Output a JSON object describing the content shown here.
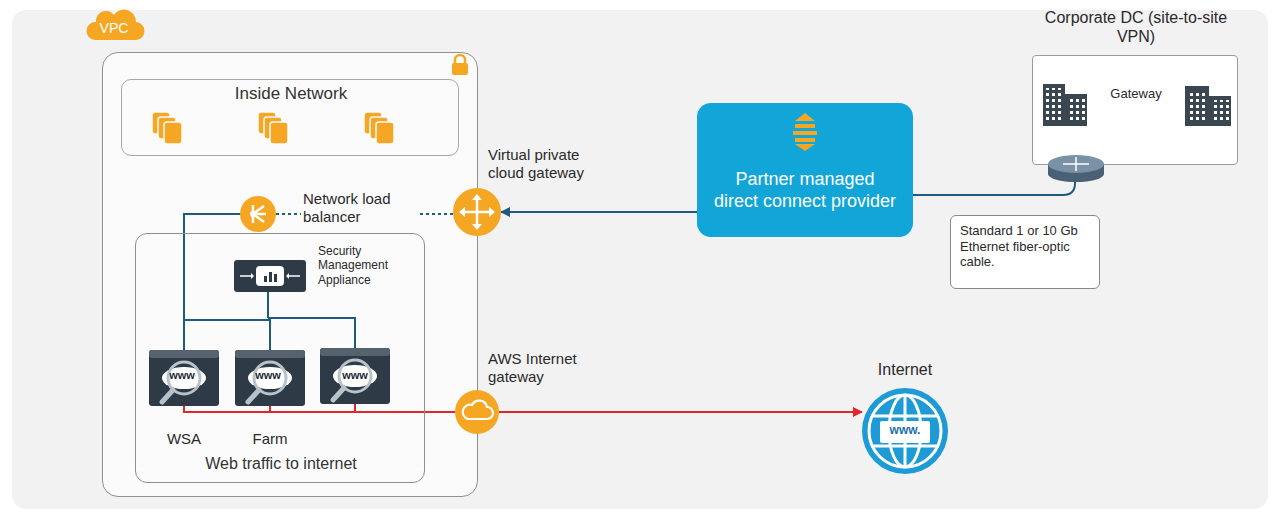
{
  "diagram": {
    "nodes": [
      {
        "text": [
          "VPC"
        ]
      },
      {
        "text": [
          "Inside Network"
        ],
        "in": 0
      },
      {
        "text": [
          "Network load balancer"
        ],
        "in": 0
      },
      {
        "text": [
          "Web traffic to internet"
        ],
        "in": 0
      },
      {
        "text": [
          "Security Management Appliance"
        ],
        "in": 3
      },
      {
        "text": [
          "WSA"
        ],
        "in": 3
      },
      {
        "text": [
          "Farm"
        ],
        "in": 3
      },
      {
        "text": [
          "Virtual private cloud gateway"
        ]
      },
      {
        "text": [
          "AWS Internet gateway"
        ]
      },
      {
        "text": [
          "Partner managed direct connect provider"
        ]
      },
      {
        "text": [
          "Corporate DC (site-to-site VPN)",
          "Gateway"
        ]
      },
      {
        "text": [
          "Internet"
        ]
      },
      {
        "text": [
          "Standard 1 or 10 Gb Ethernet fiber-optic cable."
        ]
      }
    ],
    "edges": [
      {
        "from": 9,
        "to": 7,
        "arrow": "to"
      },
      {
        "from": 10,
        "to": 9,
        "arrow": "none"
      },
      {
        "from": 2,
        "to": 7,
        "arrow": "none"
      },
      {
        "from": 2,
        "to": 5,
        "arrow": "none"
      },
      {
        "from": 2,
        "to": 6,
        "arrow": "none"
      },
      {
        "from": 5,
        "to": 8,
        "arrow": "none"
      },
      {
        "from": 6,
        "to": 8,
        "arrow": "none"
      },
      {
        "from": 8,
        "to": 11,
        "arrow": "to"
      }
    ],
    "labels": [
      "www",
      "www",
      "www",
      "www."
    ]
  }
}
